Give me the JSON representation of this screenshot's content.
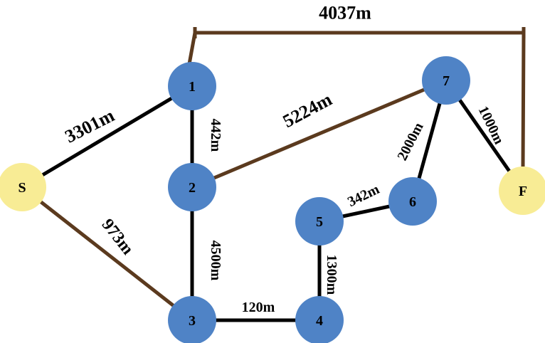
{
  "colors": {
    "node_fill": "#4f83c6",
    "terminal_fill": "#f8ec95",
    "edge_black": "#000000",
    "edge_brown": "#5b3a1e",
    "text": "#000000"
  },
  "nodes": [
    {
      "id": "S",
      "label": "S",
      "kind": "terminal"
    },
    {
      "id": "1",
      "label": "1",
      "kind": "intermediate"
    },
    {
      "id": "2",
      "label": "2",
      "kind": "intermediate"
    },
    {
      "id": "3",
      "label": "3",
      "kind": "intermediate"
    },
    {
      "id": "4",
      "label": "4",
      "kind": "intermediate"
    },
    {
      "id": "5",
      "label": "5",
      "kind": "intermediate"
    },
    {
      "id": "6",
      "label": "6",
      "kind": "intermediate"
    },
    {
      "id": "7",
      "label": "7",
      "kind": "intermediate"
    },
    {
      "id": "F",
      "label": "F",
      "kind": "terminal"
    }
  ],
  "edges": [
    {
      "from": "S",
      "to": "1",
      "label": "3301m",
      "color": "black"
    },
    {
      "from": "S",
      "to": "3",
      "label": "973m",
      "color": "brown"
    },
    {
      "from": "1",
      "to": "2",
      "label": "442m",
      "color": "black"
    },
    {
      "from": "2",
      "to": "3",
      "label": "4500m",
      "color": "black"
    },
    {
      "from": "2",
      "to": "7",
      "label": "5224m",
      "color": "brown"
    },
    {
      "from": "3",
      "to": "4",
      "label": "120m",
      "color": "black"
    },
    {
      "from": "4",
      "to": "5",
      "label": "1300m",
      "color": "black"
    },
    {
      "from": "5",
      "to": "6",
      "label": "342m",
      "color": "black"
    },
    {
      "from": "6",
      "to": "7",
      "label": "2000m",
      "color": "black"
    },
    {
      "from": "7",
      "to": "F",
      "label": "1000m",
      "color": "black"
    },
    {
      "from": "1",
      "to": "F",
      "label": "4037m",
      "color": "brown",
      "routed": "bracket"
    }
  ]
}
